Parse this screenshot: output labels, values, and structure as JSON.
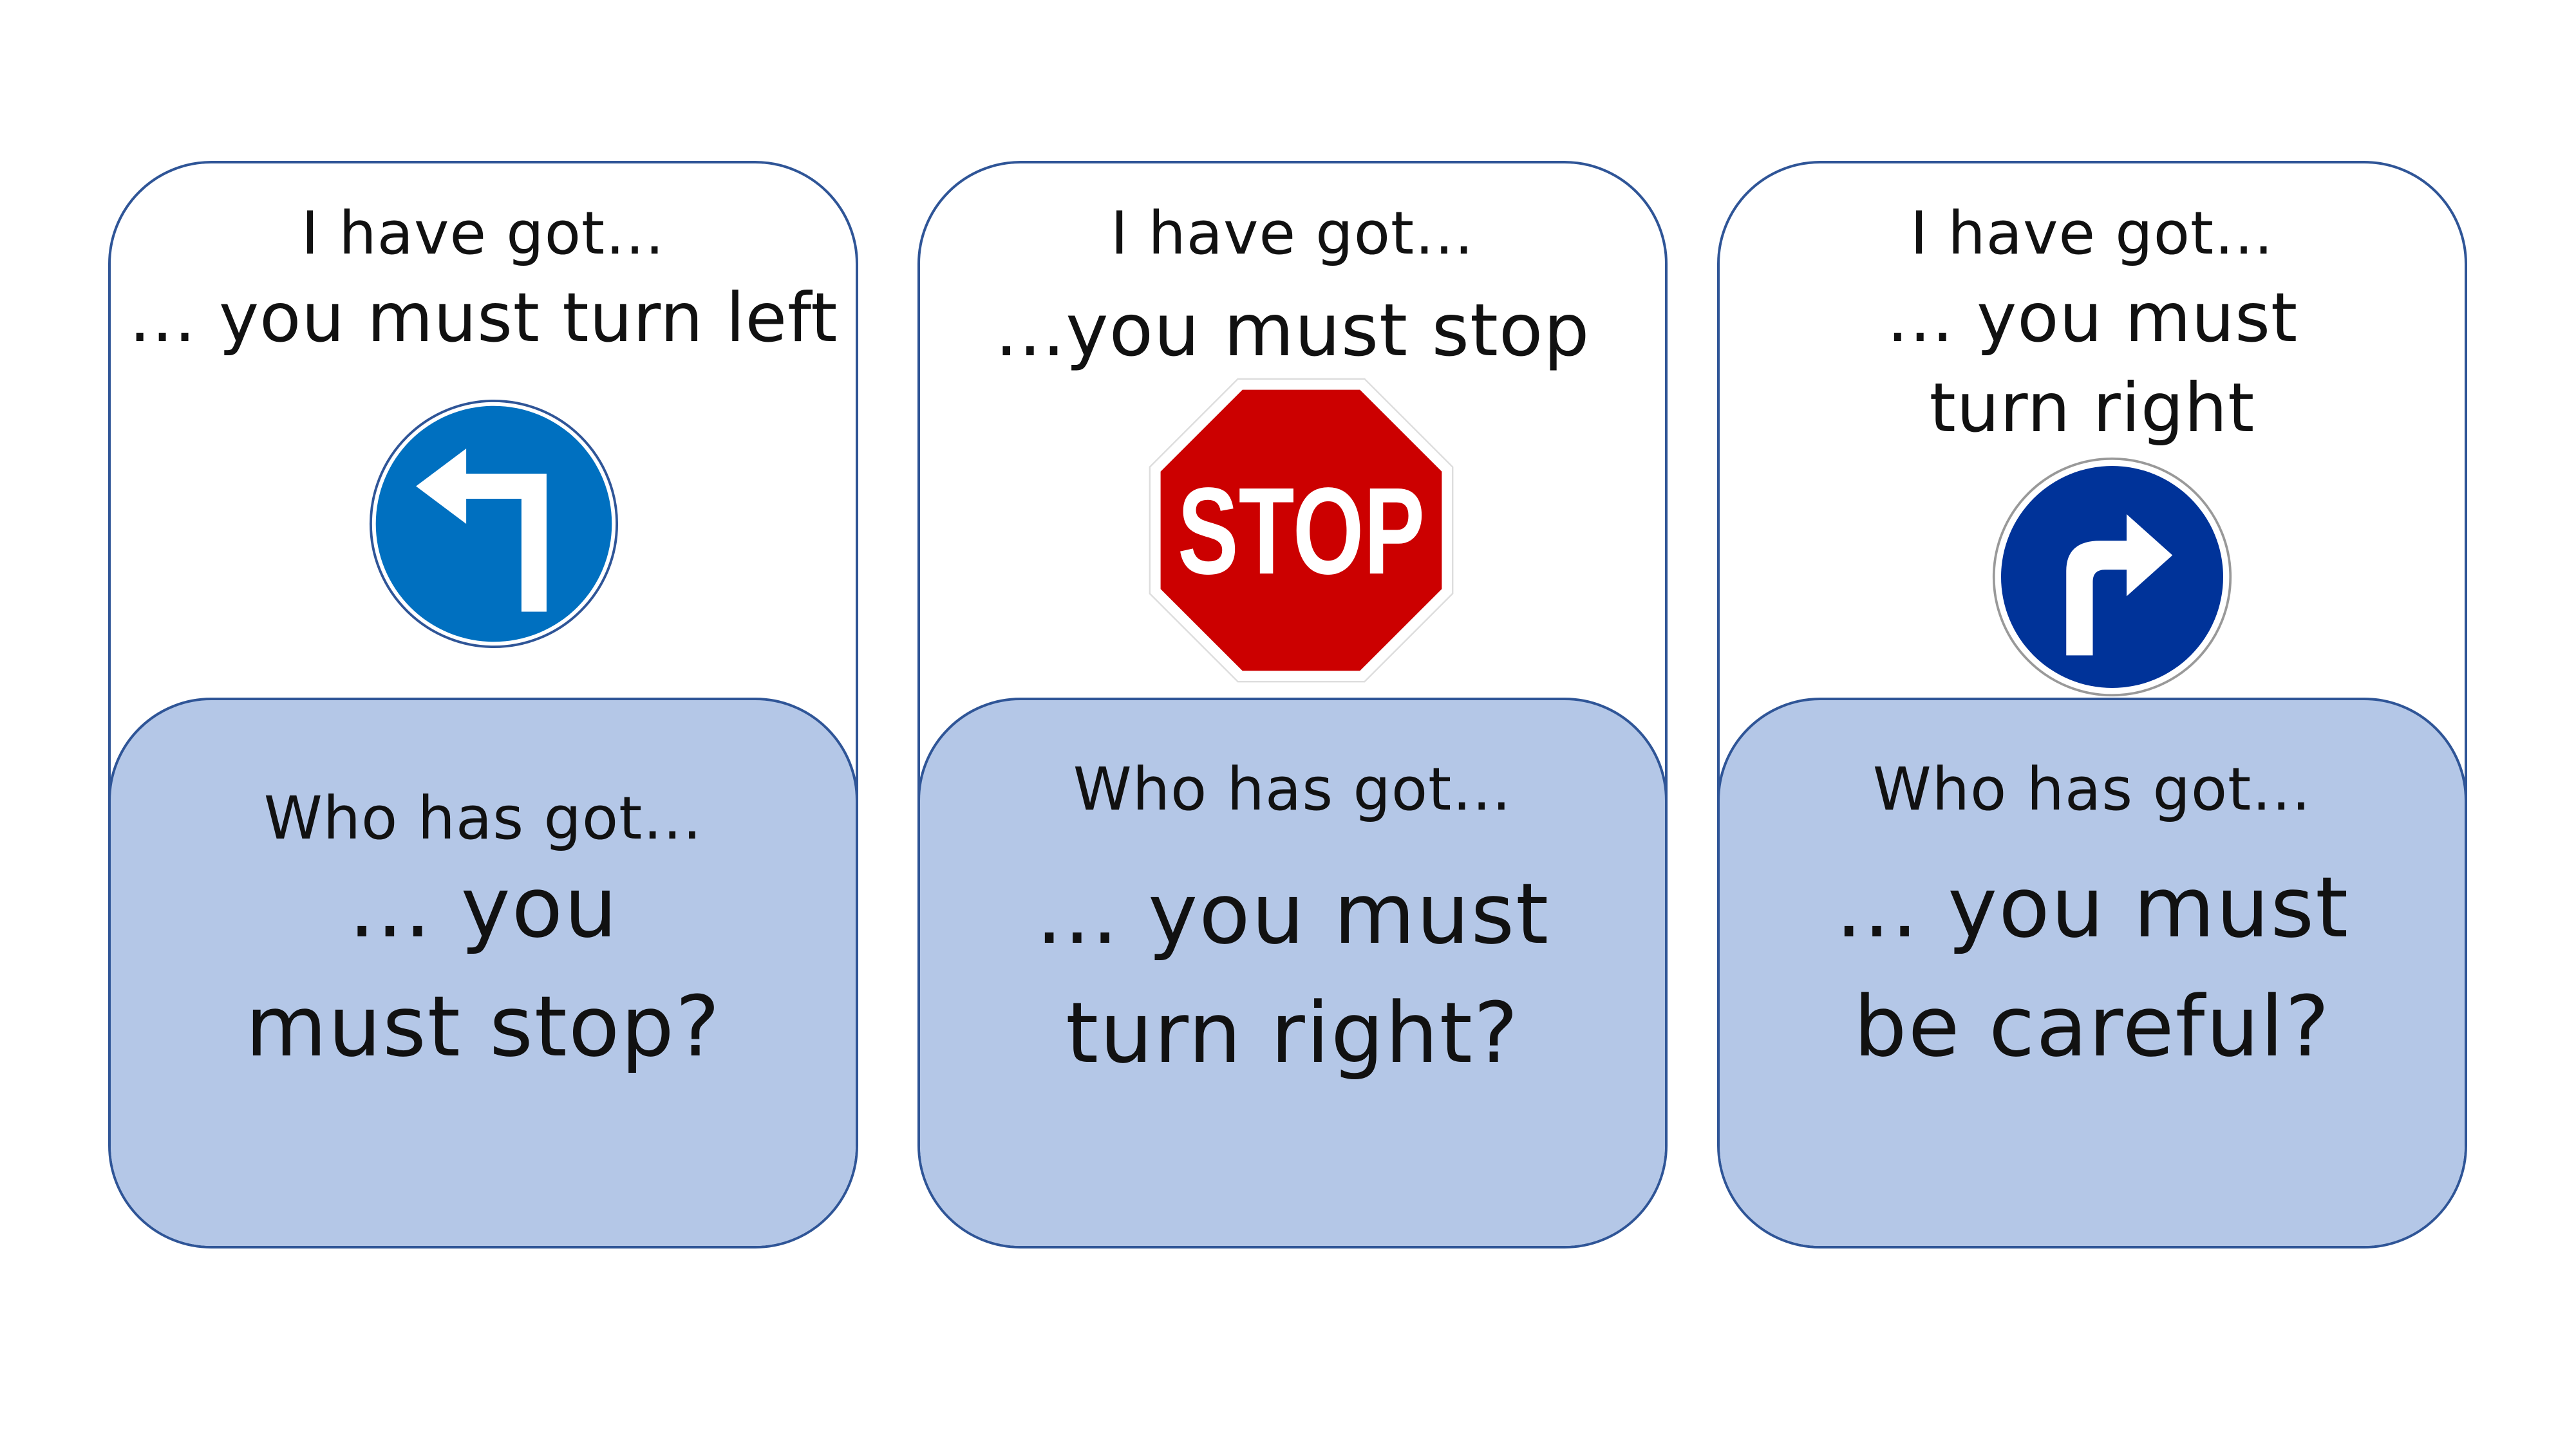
{
  "cards": [
    {
      "have_got": "I have got…",
      "answer": "… you must turn left",
      "sign_icon": "turn-left-arrow-icon",
      "sign_color": "#0070c0",
      "who_has_got": "Who has got…",
      "question": "… you must stop?"
    },
    {
      "have_got": "I have got…",
      "answer": "...you must stop",
      "sign_icon": "stop-sign-icon",
      "sign_color": "#cc0000",
      "sign_text": "STOP",
      "who_has_got": "Who has got…",
      "question": "… you must turn right?"
    },
    {
      "have_got": "I have got…",
      "answer": "… you must turn right",
      "sign_icon": "turn-right-arrow-icon",
      "sign_color": "#003399",
      "who_has_got": "Who has got…",
      "question": "… you must be careful?"
    }
  ],
  "colors": {
    "card_border": "#2f5597",
    "question_fill": "#b4c7e7"
  }
}
